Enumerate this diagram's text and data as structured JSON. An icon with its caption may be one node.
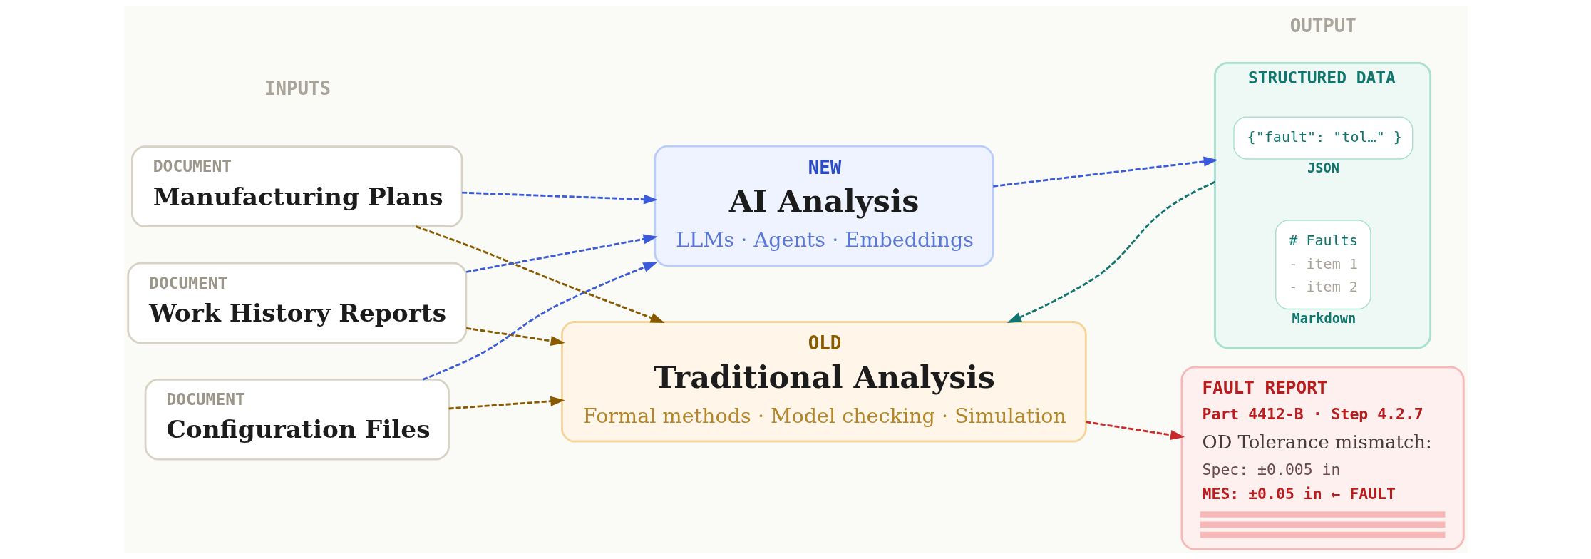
{
  "diagram": {
    "nodes": [
      {
        "text": [
          "DOCUMENT",
          "Manufacturing Plans"
        ]
      },
      {
        "text": [
          "DOCUMENT",
          "Work History Reports"
        ]
      },
      {
        "text": [
          "DOCUMENT",
          "Configuration Files"
        ]
      },
      {
        "text": [
          "NEW",
          "AI Analysis",
          "LLMs · Agents · Embeddings"
        ]
      },
      {
        "text": [
          "STRUCTURED DATA"
        ]
      },
      {
        "text": [
          "{\"fault\": \"tol…\" }"
        ],
        "in": 4,
        "beside": [
          "JSON"
        ]
      },
      {
        "text": [
          "# Faults",
          "- item 1",
          "- item 2"
        ],
        "in": 4,
        "beside": [
          "Markdown"
        ]
      },
      {
        "text": [
          "OLD",
          "Traditional Analysis",
          "Formal methods · Model checking · Simulation"
        ]
      },
      {
        "text": [
          "FAULT REPORT",
          "Part 4412-B · Step 4.2.7",
          "OD Tolerance mismatch:",
          "Spec: ±0.005 in",
          "MES: ±0.05 in ← FAULT"
        ]
      }
    ],
    "edges": [
      {
        "from": 0,
        "to": 3,
        "arrow": "to",
        "style": "dashed",
        "color": "#3b5bdb"
      },
      {
        "from": 1,
        "to": 3,
        "arrow": "to",
        "style": "dashed",
        "color": "#3b5bdb"
      },
      {
        "from": 2,
        "to": 3,
        "arrow": "to",
        "style": "dashed",
        "color": "#3b5bdb"
      },
      {
        "from": 0,
        "to": 7,
        "arrow": "to",
        "style": "dashed",
        "color": "#8a5a00"
      },
      {
        "from": 1,
        "to": 7,
        "arrow": "to",
        "style": "dashed",
        "color": "#8a5a00"
      },
      {
        "from": 2,
        "to": 7,
        "arrow": "to",
        "style": "dashed",
        "color": "#8a5a00"
      },
      {
        "from": 3,
        "to": 4,
        "arrow": "to",
        "style": "dashed",
        "color": "#3b5bdb"
      },
      {
        "from": 4,
        "to": 7,
        "arrow": "to",
        "style": "dashed",
        "color": "#0f766e"
      },
      {
        "from": 7,
        "to": 8,
        "arrow": "to",
        "style": "dashed",
        "color": "#c92a2a"
      }
    ],
    "labels": [
      "INPUTS",
      "OUTPUT"
    ]
  }
}
